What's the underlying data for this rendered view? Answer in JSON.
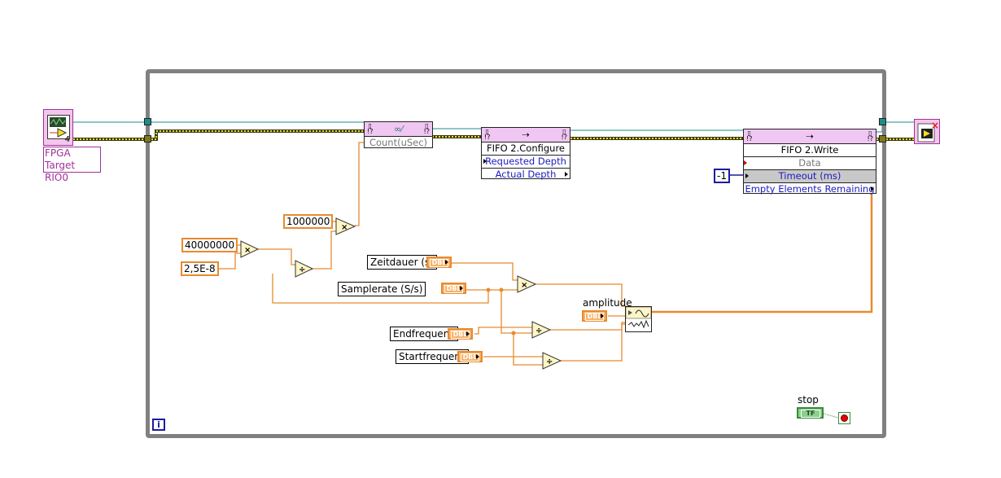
{
  "diagram": {
    "type": "LabVIEW block diagram",
    "while_loop": {
      "iteration_terminal": "i"
    },
    "fpga_reference": {
      "label_line1": "FPGA Target",
      "label_line2": "RIO0",
      "icon": "fpga-target-icon",
      "port_number": "4"
    },
    "count_node": {
      "icon": "glasses-pencil-icon",
      "item": "Count(uSec)"
    },
    "fifo_configure": {
      "icon": "invoke-arrow-icon",
      "title": "FIFO 2.Configure",
      "items": [
        "Requested Depth",
        "Actual Depth"
      ]
    },
    "fifo_write": {
      "icon": "invoke-arrow-icon",
      "title": "FIFO 2.Write",
      "items": [
        "Data",
        "Timeout (ms)",
        "Empty Elements Remaining"
      ]
    },
    "timeout_constant": "-1",
    "constants": {
      "c1": "1000000",
      "c2": "40000000",
      "c3": "2,5E-8"
    },
    "operators": {
      "multiply": "×",
      "divide": "÷"
    },
    "controls": {
      "zeitdauer": {
        "label": "Zeitdauer (s)",
        "type": "DBL"
      },
      "samplerate": {
        "label": "Samplerate (S/s)",
        "type": "DBL"
      },
      "endfrequenz": {
        "label": "Endfrequenz",
        "type": "DBL"
      },
      "startfrequenz": {
        "label": "Startfrequenz",
        "type": "DBL"
      },
      "amplitude": {
        "label": "amplitude",
        "type": "DBL"
      }
    },
    "signal_generator": {
      "icon": "chirp-signal-icon"
    },
    "stop": {
      "label": "stop",
      "type": "TF"
    },
    "close_reference": {
      "icon": "close-fpga-reference-icon"
    },
    "colors": {
      "loop_border": "#808080",
      "numeric_wire": "#e88a2e",
      "refnum_wire": "#1d8c8c",
      "error_wire": "#cfc21a",
      "node_header": "#f0c6f2",
      "node_text": "#1b1bc2",
      "bool_wire": "#3a8a3a"
    }
  }
}
